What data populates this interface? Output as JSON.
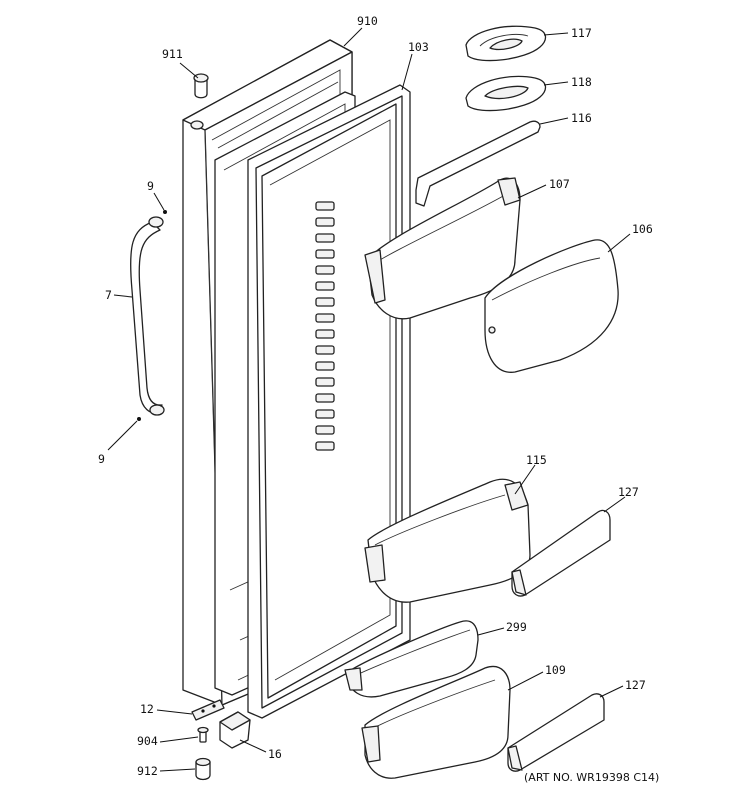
{
  "callouts": {
    "c910": "910",
    "c911": "911",
    "c103": "103",
    "c117": "117",
    "c118": "118",
    "c116": "116",
    "c107": "107",
    "c106": "106",
    "c9a": "9",
    "c7": "7",
    "c9b": "9",
    "c115": "115",
    "c127a": "127",
    "c299": "299",
    "c109": "109",
    "c127b": "127",
    "c12": "12",
    "c904": "904",
    "c16": "16",
    "c912": "912"
  },
  "art_number": "(ART NO. WR19398 C14)"
}
